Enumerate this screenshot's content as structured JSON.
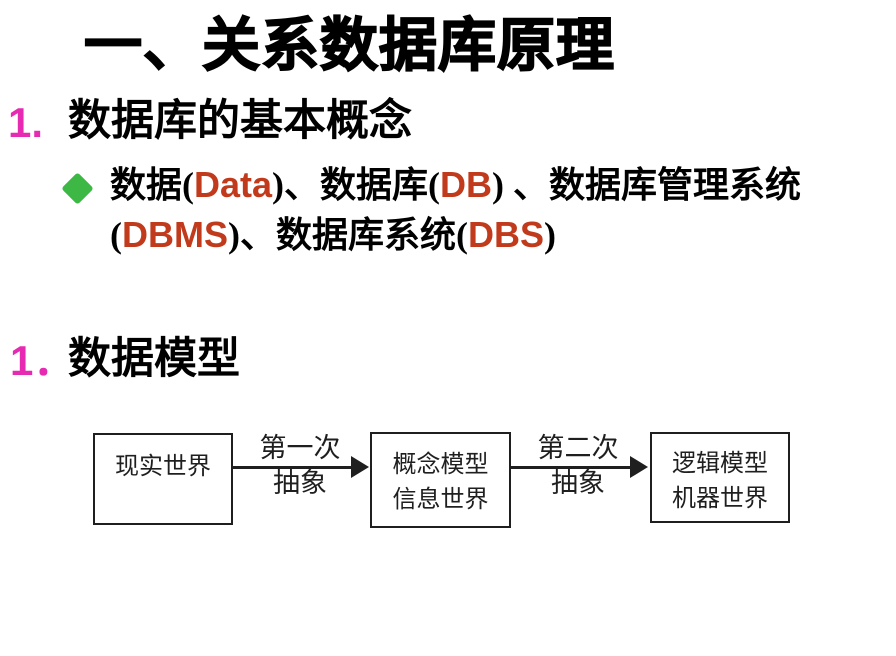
{
  "colors": {
    "magenta": "#e62bb2",
    "term-red": "#c03a1b",
    "diamond-green": "#3db845",
    "ink": "#000000",
    "diagram-ink": "#1f1f1f"
  },
  "slide": {
    "title": "一、关系数据库原理",
    "section1": {
      "number": "1.",
      "heading": "数据库的基本概念",
      "bullet": {
        "lines": [
          [
            {
              "t": "数据(",
              "c": "cn"
            },
            {
              "t": "Data",
              "c": "en"
            },
            {
              "t": ")、数据库(",
              "c": "cn"
            },
            {
              "t": "DB",
              "c": "en"
            },
            {
              "t": ") 、数据库管理系统",
              "c": "cn"
            }
          ],
          [
            {
              "t": "(",
              "c": "cn"
            },
            {
              "t": "DBMS",
              "c": "en"
            },
            {
              "t": ")、数据库系统(",
              "c": "cn"
            },
            {
              "t": "DBS",
              "c": "en"
            },
            {
              "t": ")",
              "c": "cn"
            }
          ]
        ]
      }
    },
    "section2": {
      "number": "1．",
      "heading": "数据模型"
    },
    "diagram": {
      "boxes": [
        {
          "lines": [
            "现实世界"
          ]
        },
        {
          "lines": [
            "概念模型",
            "信息世界"
          ]
        },
        {
          "lines": [
            "逻辑模型",
            "机器世界"
          ]
        }
      ],
      "arrows": [
        {
          "top": "第一次",
          "bottom": "抽象"
        },
        {
          "top": "第二次",
          "bottom": "抽象"
        }
      ]
    }
  }
}
